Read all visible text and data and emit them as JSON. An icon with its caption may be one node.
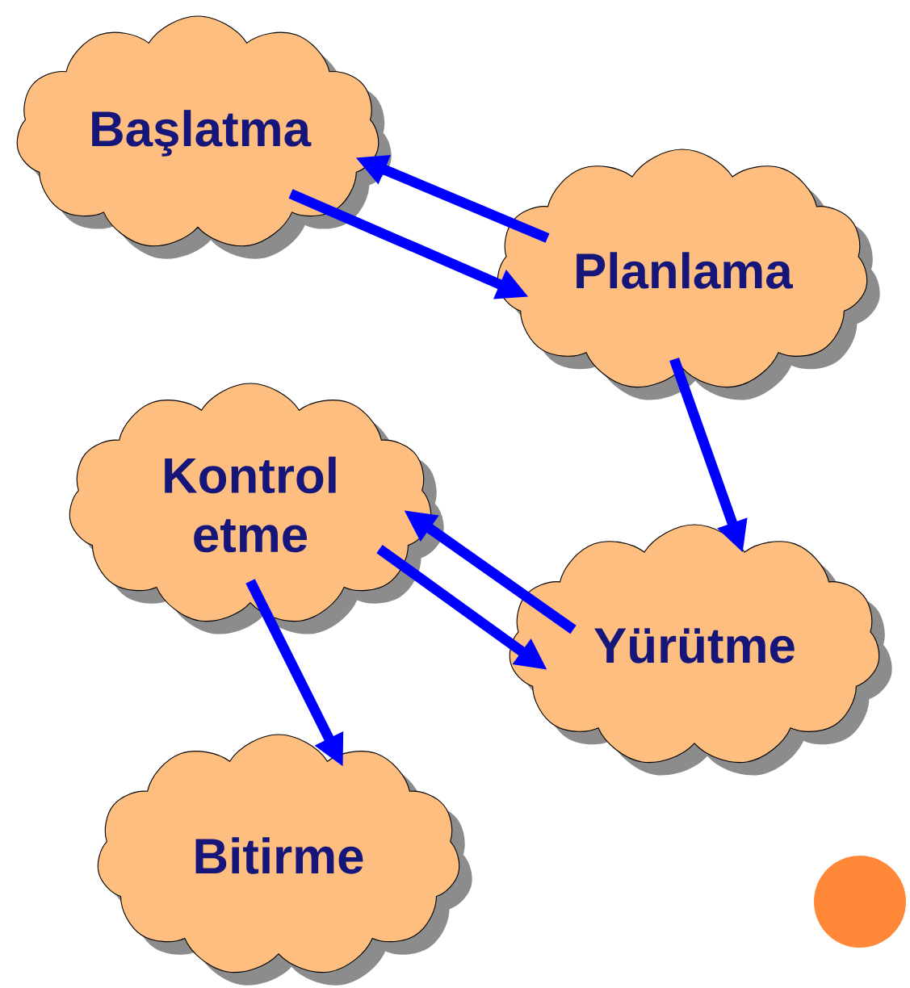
{
  "diagram": {
    "nodes": [
      {
        "text": [
          "Başlatma"
        ]
      },
      {
        "text": [
          "Planlama"
        ]
      },
      {
        "text": [
          "Kontrol etme"
        ]
      },
      {
        "text": [
          "Yürütme"
        ]
      },
      {
        "text": [
          "Bitirme"
        ]
      }
    ],
    "edges": [
      {
        "from": 1,
        "to": 0,
        "arrow": "to"
      },
      {
        "from": 0,
        "to": 1,
        "arrow": "to"
      },
      {
        "from": 1,
        "to": 3,
        "arrow": "to"
      },
      {
        "from": 3,
        "to": 2,
        "arrow": "to"
      },
      {
        "from": 2,
        "to": 3,
        "arrow": "to"
      },
      {
        "from": 2,
        "to": 4,
        "arrow": "to"
      }
    ]
  }
}
